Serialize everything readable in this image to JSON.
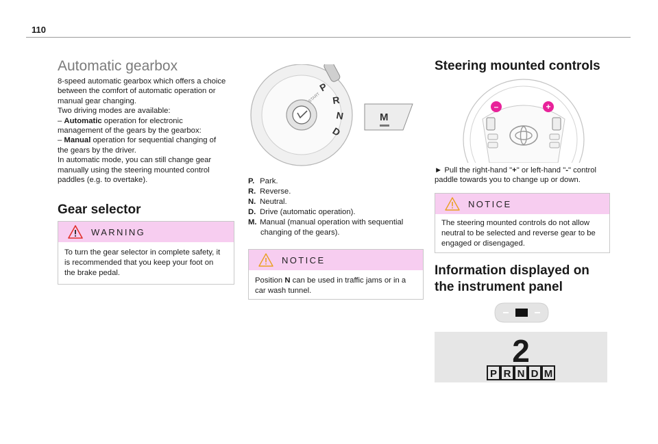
{
  "page_number": "110",
  "col1": {
    "title": "Automatic gearbox",
    "intro_lines": [
      "8-speed automatic gearbox which offers a choice",
      "between the comfort of automatic operation or",
      "manual gear changing.",
      "Two driving modes are available:"
    ],
    "auto_dash": "– ",
    "auto_bold": "Automatic",
    "auto_rest": " operation for electronic",
    "auto_line2": "management of the gears by the gearbox:",
    "manual_dash": "– ",
    "manual_bold": "Manual",
    "manual_rest": " operation for sequential changing of",
    "manual_line2": "the gears by the driver.",
    "tail_lines": [
      "In automatic mode, you can still change gear",
      "manually using the steering mounted control",
      "paddles (e.g. to overtake)."
    ],
    "gear_selector_title": "Gear selector",
    "warning": {
      "title": "WARNING",
      "lines": [
        "To turn the gear selector in complete safety, it",
        "is recommended that you keep your foot on",
        "the brake pedal."
      ]
    }
  },
  "col2": {
    "dial_letters": [
      "P",
      "R",
      "N",
      "D"
    ],
    "dial_start": "START",
    "m_label": "M",
    "list": [
      {
        "key": "P.",
        "text": "Park."
      },
      {
        "key": "R.",
        "text": "Reverse."
      },
      {
        "key": "N.",
        "text": "Neutral."
      },
      {
        "key": "D.",
        "text": "Drive (automatic operation)."
      },
      {
        "key": "M.",
        "text": "Manual (manual operation with sequential",
        "cont": "changing of the gears)."
      }
    ],
    "notice": {
      "title": "NOTICE",
      "line1_pre": "Position ",
      "line1_bold": "N",
      "line1_post": " can be used in traffic jams or in a",
      "line2": "car wash tunnel."
    }
  },
  "col3": {
    "title": "Steering mounted controls",
    "minus_sign": "–",
    "plus_sign": "+",
    "bullet": "►",
    "bullet_text_a": "Pull the right-hand \"",
    "bullet_plus": "+",
    "bullet_text_b": "\" or left-hand \"",
    "bullet_minus": "-",
    "bullet_text_c": "\" control",
    "bullet_line2": "paddle towards you to change up or down.",
    "notice": {
      "title": "NOTICE",
      "lines": [
        "The steering mounted controls do not allow",
        "neutral to be selected and reverse gear to be",
        "engaged or disengaged."
      ]
    },
    "info_title_line1": "Information displayed on",
    "info_title_line2": "the instrument panel",
    "display_digit": "2",
    "display_letters": [
      "P",
      "R",
      "N",
      "D",
      "M"
    ]
  },
  "colors": {
    "notice_header": "#f7cdf0",
    "paddle_pink": "#e8239a",
    "heading_gray": "#7b7b7b",
    "panel_gray": "#e6e6e6"
  }
}
